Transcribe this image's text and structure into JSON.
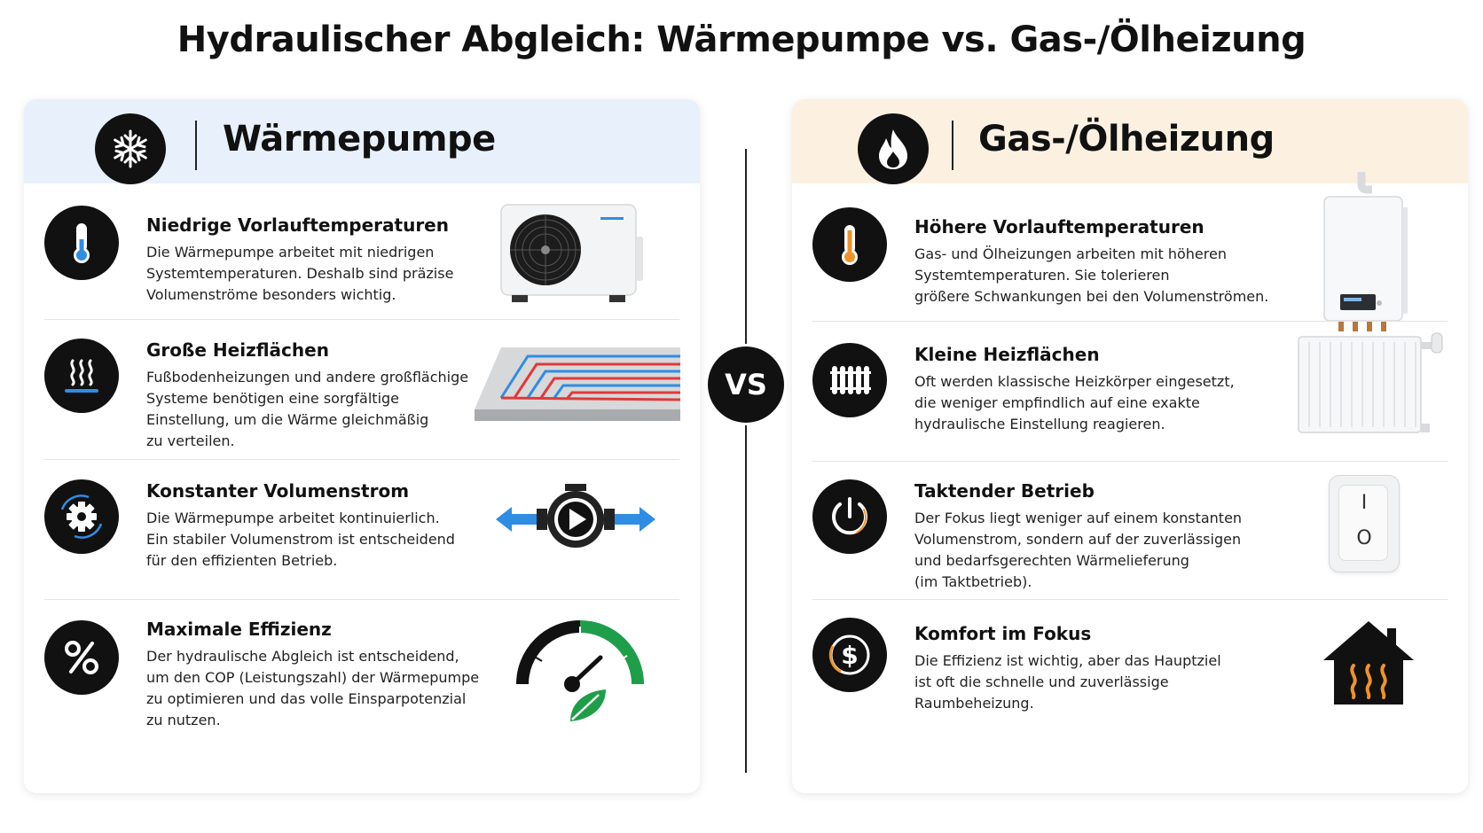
{
  "title": "Hydraulischer Abgleich: Wärmepumpe vs. Gas-/Ölheizung",
  "vs_label": "VS",
  "colors": {
    "heatpump_header": "#e8f1fb",
    "gas_header": "#fcf1e1",
    "blue_accent": "#2f8de4",
    "orange_accent": "#f0922b"
  },
  "left": {
    "heading": "Wärmepumpe",
    "heading_icon": "snowflake-icon",
    "items": [
      {
        "icon": "thermometer-low-icon",
        "title": "Niedrige Vorlauftemperaturen",
        "lines": [
          "Die Wärmepumpe arbeitet mit niedrigen",
          "Systemtemperaturen. Deshalb sind präzise",
          "Volumenströme besonders wichtig."
        ]
      },
      {
        "icon": "heat-waves-icon",
        "title": "Große Heizflächen",
        "lines": [
          "Fußbodenheizungen und andere großflächige",
          "Systeme benötigen eine sorgfältige",
          "Einstellung, um die Wärme gleichmäßig",
          "zu verteilen."
        ]
      },
      {
        "icon": "gear-cycle-icon",
        "title": "Konstanter Volumenstrom",
        "lines": [
          "Die Wärmepumpe arbeitet kontinuierlich.",
          "Ein stabiler Volumenstrom ist entscheidend",
          "für den effizienten Betrieb."
        ]
      },
      {
        "icon": "percent-icon",
        "title": "Maximale Effizienz",
        "lines": [
          "Der hydraulische Abgleich ist entscheidend,",
          "um den COP (Leistungszahl) der Wärmepumpe",
          "zu optimieren und das volle Einsparpotenzial",
          "zu nutzen."
        ]
      }
    ]
  },
  "right": {
    "heading": "Gas-/Ölheizung",
    "heading_icon": "flame-icon",
    "items": [
      {
        "icon": "thermometer-high-icon",
        "title": "Höhere Vorlauftemperaturen",
        "lines": [
          "Gas- und Ölheizungen arbeiten mit höheren",
          "Systemtemperaturen. Sie tolerieren",
          "größere Schwankungen bei den Volumenströmen."
        ]
      },
      {
        "icon": "radiator-icon",
        "title": "Kleine Heizflächen",
        "lines": [
          "Oft werden klassische Heizkörper eingesetzt,",
          "die weniger empfindlich auf eine exakte",
          "hydraulische Einstellung reagieren."
        ]
      },
      {
        "icon": "power-icon",
        "title": "Taktender Betrieb",
        "lines": [
          "Der Fokus liegt weniger auf einem konstanten",
          "Volumenstrom, sondern auf der zuverlässigen",
          "und bedarfsgerechten Wärmelieferung",
          "(im Taktbetrieb)."
        ]
      },
      {
        "icon": "dollar-icon",
        "title": "Komfort im Fokus",
        "lines": [
          "Die Effizienz ist wichtig, aber das Hauptziel",
          "ist oft die schnelle und zuverlässige",
          "Raumbeheizung."
        ]
      }
    ]
  },
  "switch_labels": {
    "on": "I",
    "off": "O"
  }
}
